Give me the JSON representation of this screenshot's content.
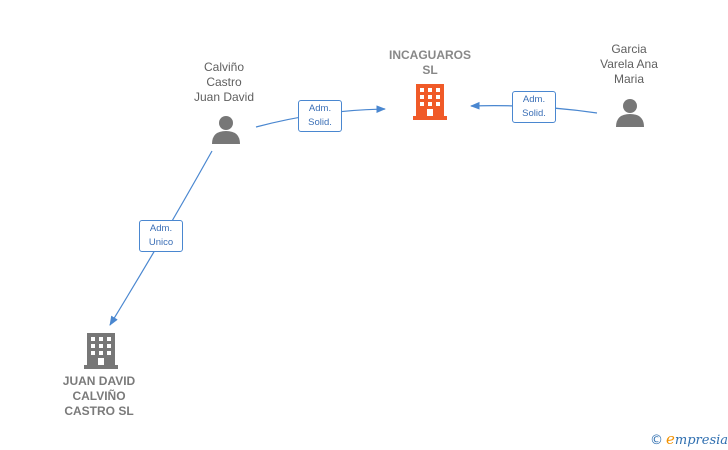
{
  "nodes": {
    "person_calvino": {
      "label": "Calviño\nCastro\nJuan David",
      "type": "person"
    },
    "company_incaguaros": {
      "label": "INCAGUAROS\nSL",
      "type": "company",
      "color": "#f05a28"
    },
    "person_garcia": {
      "label": "Garcia\nVarela Ana\nMaria",
      "type": "person"
    },
    "company_juan_david": {
      "label": "JUAN DAVID\nCALVIÑO\nCASTRO  SL",
      "type": "company",
      "color": "#777777"
    }
  },
  "edges": [
    {
      "from": "person_calvino",
      "to": "company_incaguaros",
      "label": "Adm.\nSolid."
    },
    {
      "from": "person_garcia",
      "to": "company_incaguaros",
      "label": "Adm.\nSolid."
    },
    {
      "from": "person_calvino",
      "to": "company_juan_david",
      "label": "Adm.\nUnico"
    }
  ],
  "colors": {
    "edge": "#4a87d0",
    "person": "#777777"
  },
  "branding": {
    "copyright": "©",
    "name": "mpresia",
    "initial": "e"
  }
}
